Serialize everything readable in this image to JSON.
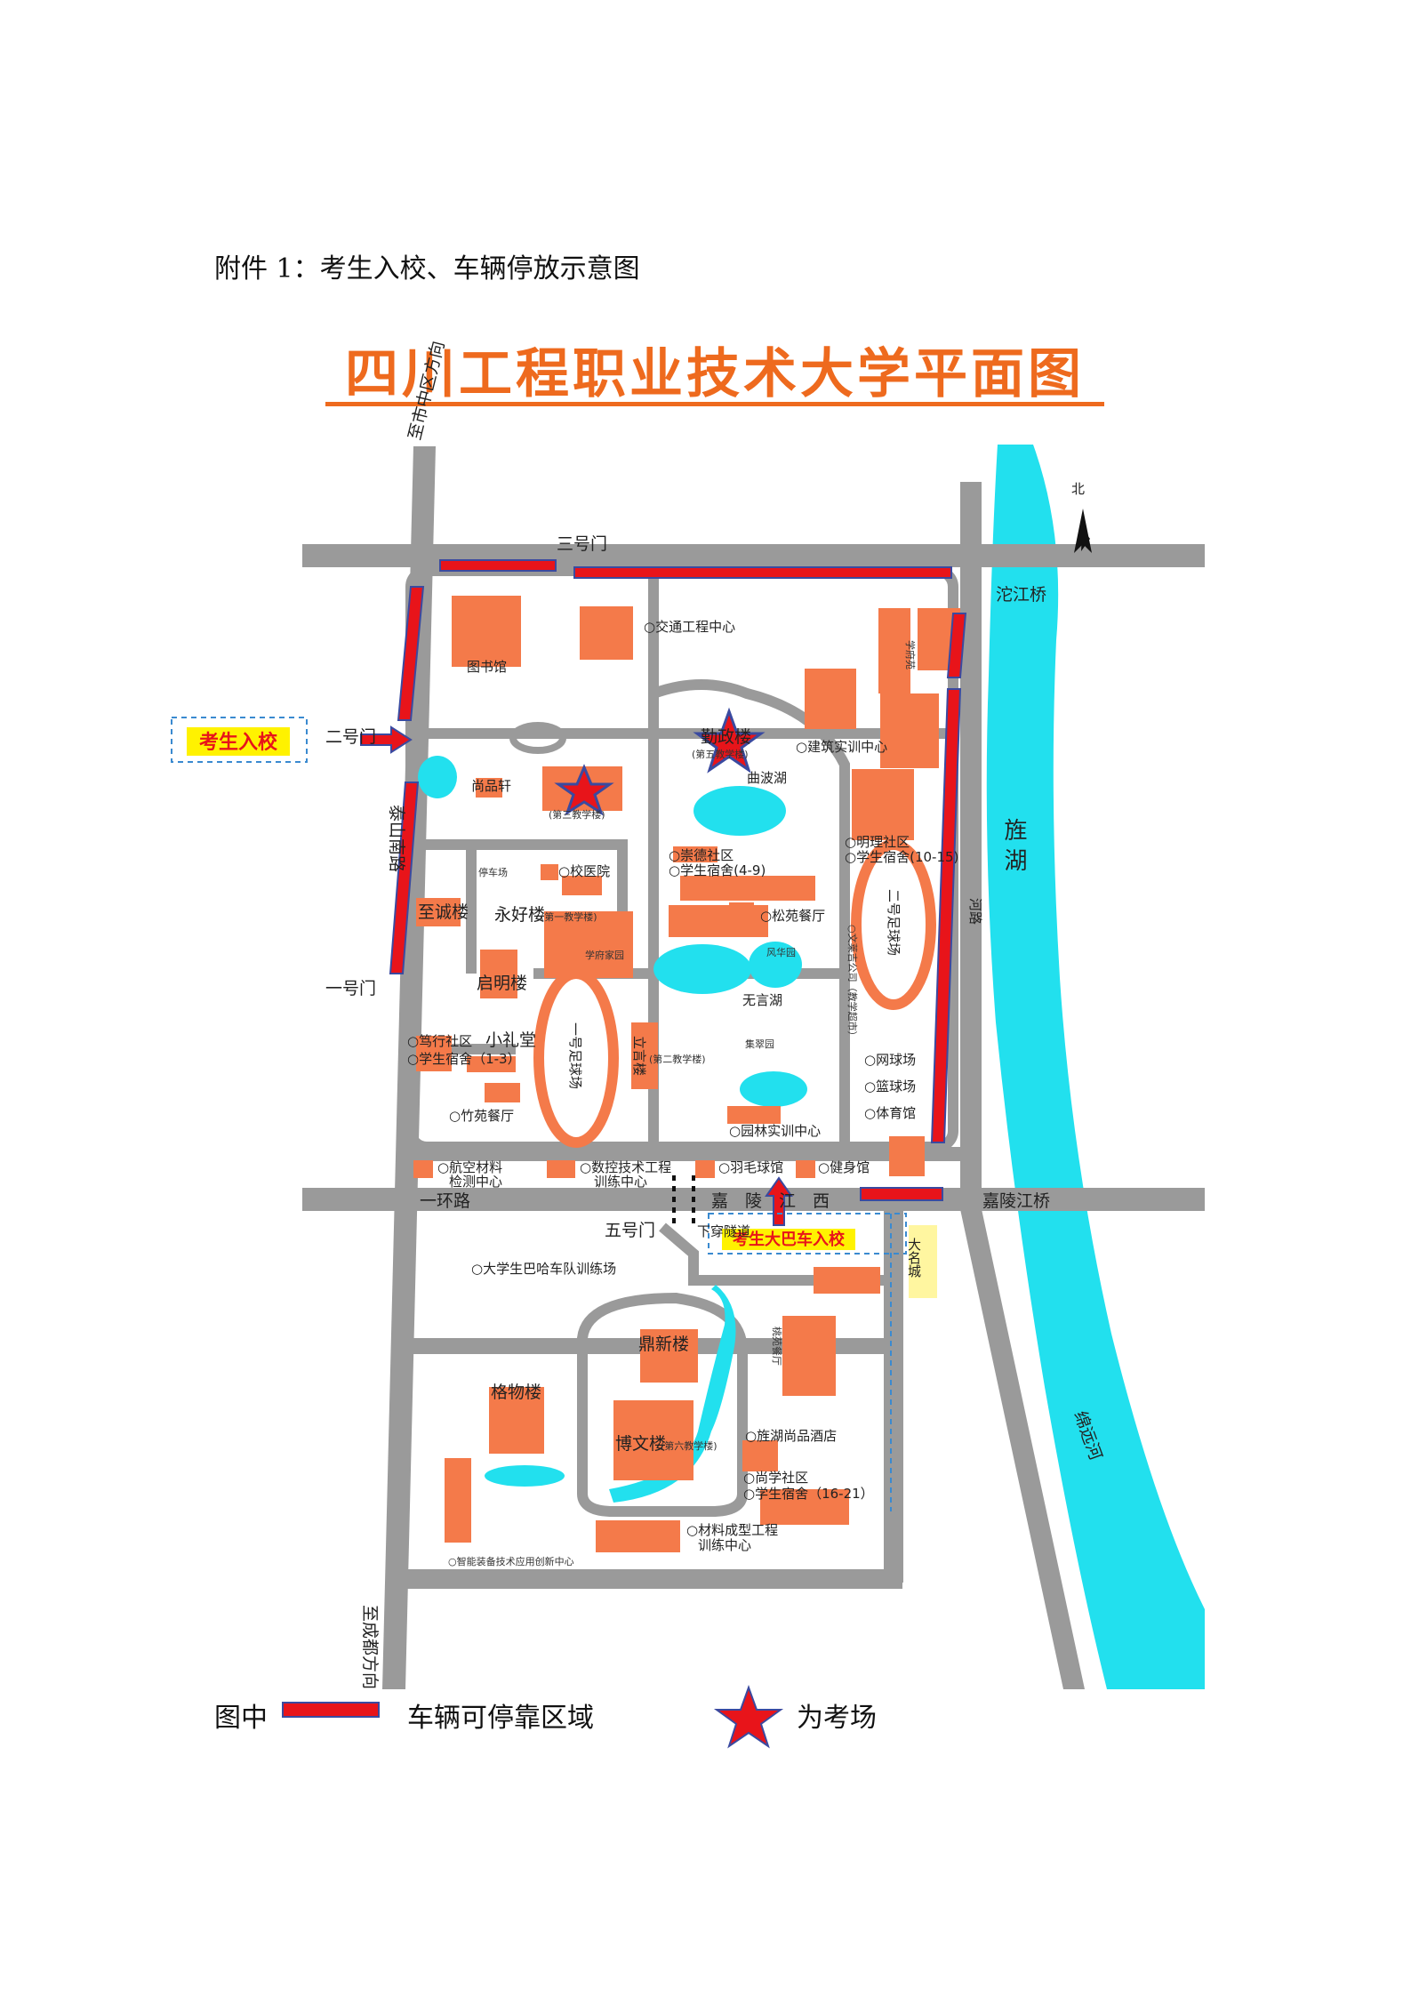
{
  "caption": "附件 1：考生入校、车辆停放示意图",
  "map_title": "四川工程职业技术大学平面图",
  "colors": {
    "road": "#9a9a9a",
    "building": "#f47a4a",
    "river": "#22e0ee",
    "parking": "#e8141a",
    "star": "#e8141a",
    "callout_bg": "#fff200",
    "title": "#ee6a1e"
  },
  "north": "北",
  "roads": {
    "bridge_north": "沱江桥",
    "bridge_south": "嘉陵江桥",
    "ring_road": "一环路",
    "jialing_road": "嘉　陵　江　西",
    "to_city": "至市中区方向",
    "to_chengdu": "至成都方向",
    "taishan_road": "泰山南路",
    "river_road": "河路",
    "underpass": "下穿隧道"
  },
  "gates": {
    "gate1": "一号门",
    "gate2": "二号门",
    "gate3": "三号门",
    "gate5": "五号门"
  },
  "water": {
    "xuhu": "旌 湖",
    "mianyuan": "绵远河",
    "qubo": "曲波湖",
    "wuyan": "无言湖"
  },
  "places": {
    "library": "图书馆",
    "traffic_center": "○交通工程中心",
    "building_center": "○建筑实训中心",
    "xuefu_yuan": "学府苑",
    "qinzheng": "勤政楼",
    "qinzheng_sub": "(第五教学楼)",
    "shangpin": "尚品轩",
    "third_teach": "(第三教学楼)",
    "parking_lot": "停车场",
    "hospital": "○校医院",
    "chongde": "○崇德社区",
    "dorm_4_9": "○学生宿舍(4-9)",
    "mingli": "○明理社区",
    "dorm_10_15": "○学生宿舍(10-15)",
    "zhicheng": "至诚楼",
    "yonghao": "永好楼",
    "yonghao_sub": "(第一教学楼)",
    "songyuan": "○松苑餐厅",
    "xuefu_garden": "学府家园",
    "fengjing": "风华园",
    "wenlai": "○文莱吉公司（教学超市）",
    "field2": "二号足球场",
    "qiming": "启明楼",
    "field1": "一号足球场",
    "lixin": "立言楼",
    "second_teach": "(第二教学楼)",
    "jicui": "集翠园",
    "duxing": "○笃行社区",
    "dorm_1_3": "○学生宿舍（1-3）",
    "small_hall": "小礼堂",
    "tennis": "○网球场",
    "basketball": "○篮球场",
    "gym": "○体育馆",
    "zhuyuan": "○竹苑餐厅",
    "garden_center": "○园林实训中心",
    "aviation": "○航空材料",
    "aviation2": "检测中心",
    "cnc": "○数控技术工程",
    "cnc2": "训练中心",
    "badminton": "○羽毛球馆",
    "fitness": "○健身馆",
    "daming": "大名城",
    "baja": "○大学生巴哈车队训练场",
    "dingxin": "鼎新楼",
    "taohu": "桃苑餐厅",
    "gewu": "格物楼",
    "bowen": "博文楼",
    "bowen_sub": "(第六教学楼)",
    "hotel": "○旌湖尚品酒店",
    "shangxue": "○尚学社区",
    "dorm_16_21": "○学生宿舍（16-21）",
    "material": "○材料成型工程",
    "material2": "训练中心",
    "smart": "○智能装备技术应用创新中心"
  },
  "callouts": {
    "student_entry": "考生入校",
    "bus_entry": "考生大巴车入校"
  },
  "legend": {
    "prefix": "图中",
    "parking": "车辆可停靠区域",
    "exam": "为考场"
  }
}
